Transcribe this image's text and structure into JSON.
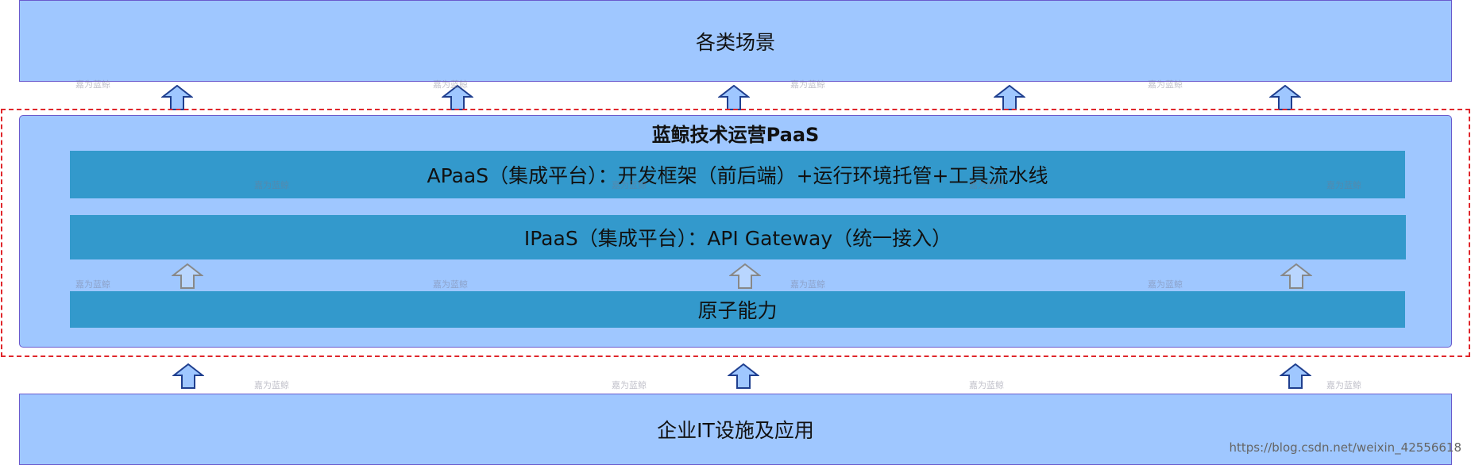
{
  "top_box": {
    "label": "各类场景"
  },
  "platform": {
    "title": "蓝鲸技术运营PaaS",
    "layers": {
      "apaas": "APaaS（集成平台）：开发框架（前后端）+运行环境托管+工具流水线",
      "ipaas": "IPaaS（集成平台）：API Gateway（统一接入）",
      "atomic": "原子能力"
    }
  },
  "bottom_box": {
    "label": "企业IT设施及应用"
  },
  "watermark": {
    "text": "嘉为蓝鲸"
  },
  "footer": {
    "url": "https://blog.csdn.net/weixin_42556618"
  },
  "colors": {
    "box_fill": "#9fc7ff",
    "box_border": "#6a5acd",
    "band_fill": "#3399cc",
    "dashed_border": "#e0262b",
    "arrow_filled": "#9fc7ff",
    "arrow_outline": "#888888"
  }
}
